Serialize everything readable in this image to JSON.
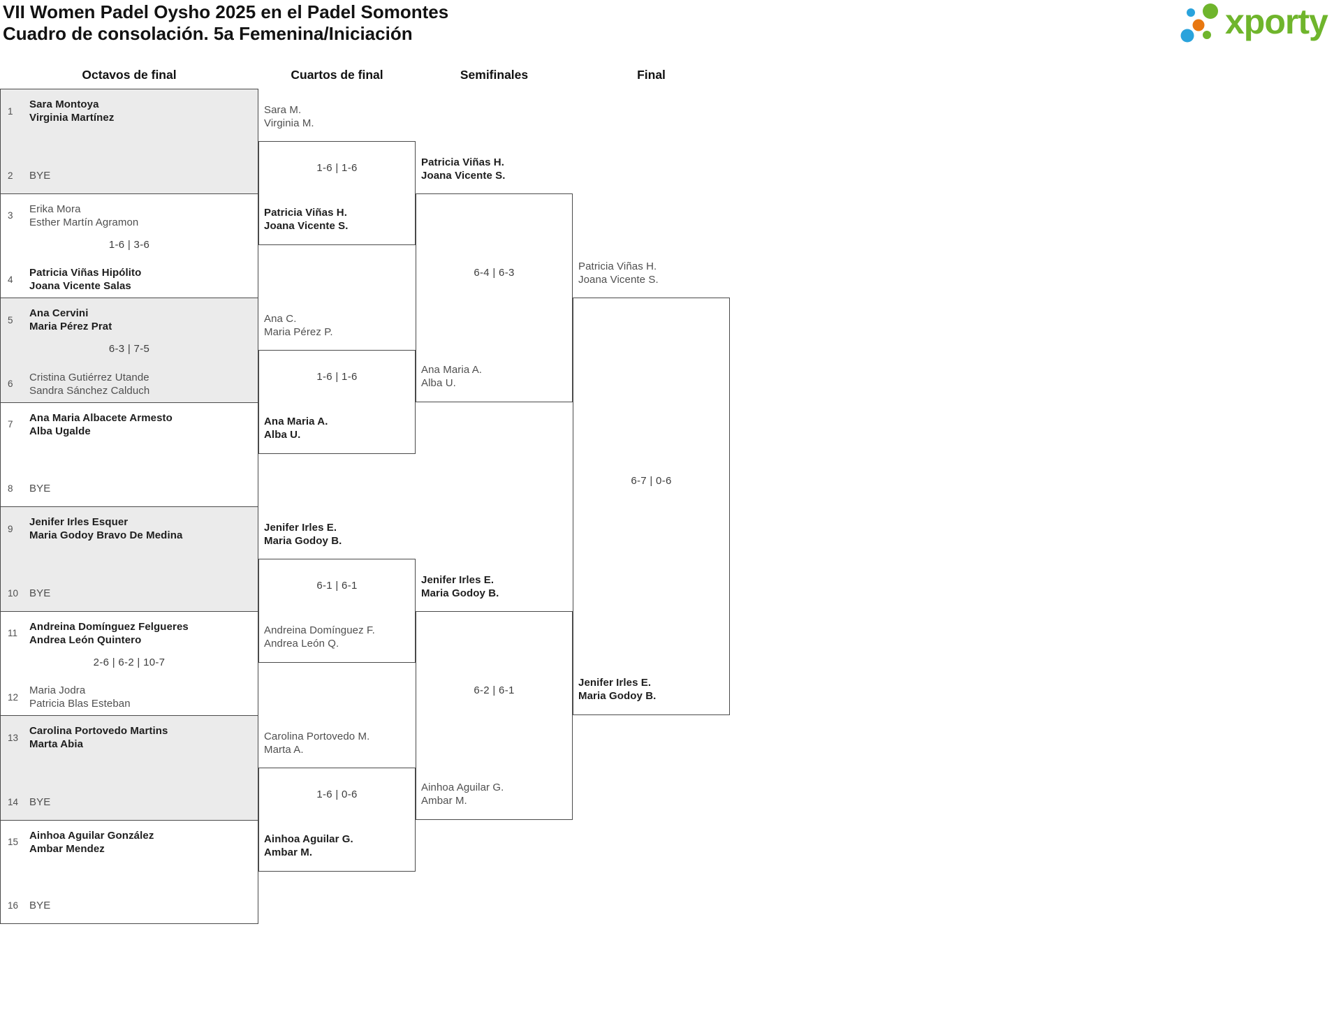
{
  "header": {
    "title": "VII Women Padel Oysho 2025 en el Padel Somontes",
    "subtitle": "Cuadro de consolación. 5a Femenina/Iniciación",
    "logo_text": "xporty"
  },
  "brand_colors": {
    "green": "#6fb52c",
    "blue": "#2aa3dc",
    "orange": "#e87710",
    "box_border": "#4a4a4a",
    "box_gray": "#ebebeb"
  },
  "round_headers": [
    "Octavos de final",
    "Cuartos de final",
    "Semifinales",
    "Final"
  ],
  "octavos": [
    {
      "seed_a": "1",
      "team_a": [
        "Sara Montoya",
        "Virginia Martínez"
      ],
      "seed_b": "2",
      "team_b": [
        "BYE"
      ],
      "score": "",
      "winner": "a"
    },
    {
      "seed_a": "3",
      "team_a": [
        "Erika Mora",
        "Esther Martín Agramon"
      ],
      "seed_b": "4",
      "team_b": [
        "Patricia Viñas Hipólito",
        "Joana Vicente Salas"
      ],
      "score": "1-6 | 3-6",
      "winner": "b"
    },
    {
      "seed_a": "5",
      "team_a": [
        "Ana Cervini",
        "Maria Pérez Prat"
      ],
      "seed_b": "6",
      "team_b": [
        "Cristina Gutiérrez Utande",
        "Sandra Sánchez Calduch"
      ],
      "score": "6-3 | 7-5",
      "winner": "a"
    },
    {
      "seed_a": "7",
      "team_a": [
        "Ana Maria Albacete Armesto",
        "Alba Ugalde"
      ],
      "seed_b": "8",
      "team_b": [
        "BYE"
      ],
      "score": "",
      "winner": "a"
    },
    {
      "seed_a": "9",
      "team_a": [
        "Jenifer Irles Esquer",
        "Maria Godoy Bravo De Medina"
      ],
      "seed_b": "10",
      "team_b": [
        "BYE"
      ],
      "score": "",
      "winner": "a"
    },
    {
      "seed_a": "11",
      "team_a": [
        "Andreina Domínguez Felgueres",
        "Andrea León Quintero"
      ],
      "seed_b": "12",
      "team_b": [
        "Maria Jodra",
        "Patricia Blas Esteban"
      ],
      "score": "2-6 | 6-2 | 10-7",
      "winner": "a"
    },
    {
      "seed_a": "13",
      "team_a": [
        "Carolina Portovedo Martins",
        "Marta Abia"
      ],
      "seed_b": "14",
      "team_b": [
        "BYE"
      ],
      "score": "",
      "winner": "a"
    },
    {
      "seed_a": "15",
      "team_a": [
        "Ainhoa Aguilar González",
        "Ambar Mendez"
      ],
      "seed_b": "16",
      "team_b": [
        "BYE"
      ],
      "score": "",
      "winner": "a"
    }
  ],
  "cuartos": [
    {
      "team_top": [
        "Sara M.",
        "Virginia M."
      ],
      "team_bottom": [
        "Patricia Viñas H.",
        "Joana Vicente S."
      ],
      "score": "1-6 | 1-6",
      "winner": "bottom"
    },
    {
      "team_top": [
        "Ana C.",
        "Maria Pérez P."
      ],
      "team_bottom": [
        "Ana Maria A.",
        "Alba U."
      ],
      "score": "1-6 | 1-6",
      "winner": "bottom"
    },
    {
      "team_top": [
        "Jenifer Irles E.",
        "Maria Godoy B."
      ],
      "team_bottom": [
        "Andreina Domínguez F.",
        "Andrea León Q."
      ],
      "score": "6-1 | 6-1",
      "winner": "top"
    },
    {
      "team_top": [
        "Carolina Portovedo M.",
        "Marta A."
      ],
      "team_bottom": [
        "Ainhoa Aguilar G.",
        "Ambar M."
      ],
      "score": "1-6 | 0-6",
      "winner": "bottom"
    }
  ],
  "semifinales": [
    {
      "team_top": [
        "Patricia Viñas H.",
        "Joana Vicente S."
      ],
      "team_bottom": [
        "Ana Maria A.",
        "Alba U."
      ],
      "score": "6-4 | 6-3",
      "winner": "top"
    },
    {
      "team_top": [
        "Jenifer Irles E.",
        "Maria Godoy B."
      ],
      "team_bottom": [
        "Ainhoa Aguilar G.",
        "Ambar M."
      ],
      "score": "6-2 | 6-1",
      "winner": "top"
    }
  ],
  "final_match": {
    "team_top": [
      "Patricia Viñas H.",
      "Joana Vicente S."
    ],
    "team_bottom": [
      "Jenifer Irles E.",
      "Maria Godoy B."
    ],
    "score": "6-7 | 0-6",
    "winner": "bottom"
  }
}
